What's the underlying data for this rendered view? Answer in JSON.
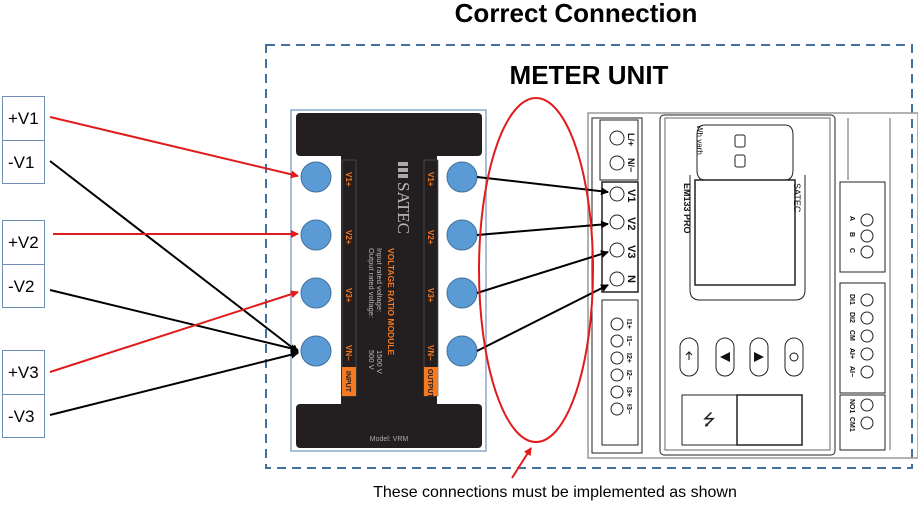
{
  "title": "Correct Connection",
  "meter_unit_label": "METER UNIT",
  "caption": "These connections must be implemented as shown",
  "sources": [
    {
      "plus": "+V1",
      "minus": "-V1"
    },
    {
      "plus": "+V2",
      "minus": "-V2"
    },
    {
      "plus": "+V3",
      "minus": "-V3"
    }
  ],
  "vrm": {
    "brand": "SATEC",
    "module_name": "VOLTAGE RATIO MODULE",
    "input_rated_label": "Input rated voltage:",
    "input_rated_value": "1500 V",
    "output_rated_label": "Output rated voltage:",
    "output_rated_value": "500 V",
    "input_tag": "INPUT",
    "output_tag": "OUTPUT",
    "model": "Model: VRM",
    "terminals": [
      "V1+",
      "V2+",
      "V3+",
      "VN−"
    ]
  },
  "meter": {
    "model": "EM133 PRO",
    "brand": "SATEC",
    "wvarh_label": "Wh varh",
    "power_terminals": [
      "L/+",
      "N/−"
    ],
    "voltage_terminals": [
      "V1",
      "V2",
      "V3",
      "N"
    ],
    "current_terminals": [
      "I1+",
      "I1−",
      "I2+",
      "I2−",
      "I3+",
      "I3−"
    ],
    "comm_terminals": [
      "A",
      "B",
      "C"
    ],
    "io_terminals": [
      "DI1",
      "DI2",
      "CM",
      "AI+",
      "AI−"
    ],
    "relay_terminals": [
      "NO1",
      "CM1"
    ]
  },
  "colors": {
    "wire_positive": "#e01b1b",
    "wire_negative": "#000000",
    "terminal_fill": "#5b9bd5",
    "dashed_border": "#41719c",
    "vrm_body": "#231f20",
    "vrm_accent": "#f47920",
    "highlight_ellipse": "#e01b1b"
  },
  "connections_source_to_vrm": [
    {
      "from": "+V1",
      "to": "V1+",
      "polarity": "positive"
    },
    {
      "from": "-V1",
      "to": "VN−",
      "polarity": "negative"
    },
    {
      "from": "+V2",
      "to": "V2+",
      "polarity": "positive"
    },
    {
      "from": "-V2",
      "to": "VN−",
      "polarity": "negative"
    },
    {
      "from": "+V3",
      "to": "V3+",
      "polarity": "positive"
    },
    {
      "from": "-V3",
      "to": "VN−",
      "polarity": "negative"
    }
  ],
  "connections_vrm_to_meter": [
    {
      "from": "V1+",
      "to": "V1"
    },
    {
      "from": "V2+",
      "to": "V2"
    },
    {
      "from": "V3+",
      "to": "V3"
    },
    {
      "from": "VN−",
      "to": "N"
    }
  ]
}
